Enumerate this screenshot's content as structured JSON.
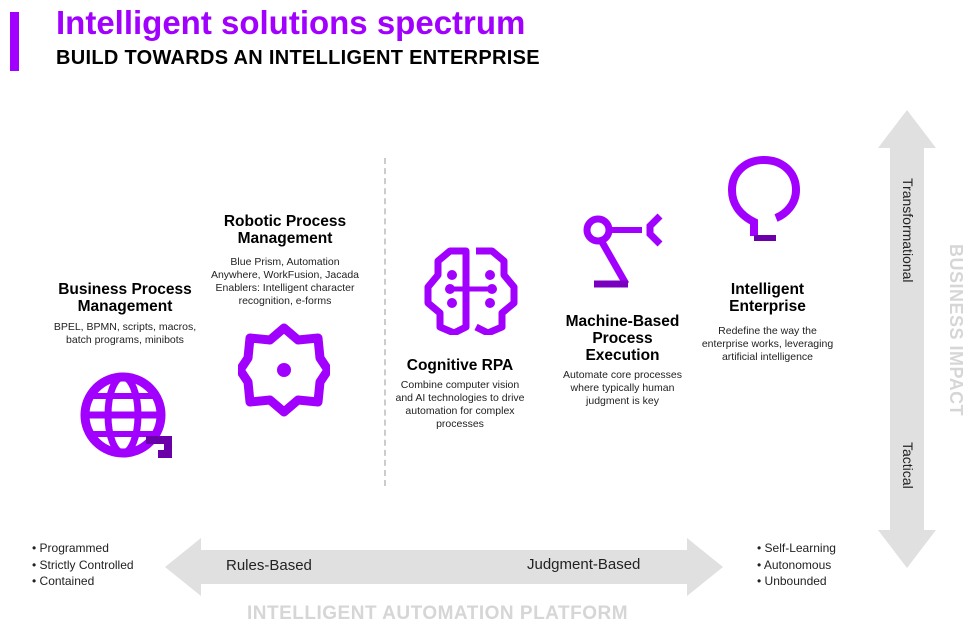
{
  "header": {
    "title": "Intelligent solutions spectrum",
    "subtitle": "BUILD TOWARDS AN INTELLIGENT ENTERPRISE"
  },
  "stages": [
    {
      "title_lines": [
        "Business Process",
        "Management"
      ],
      "desc_lines": [
        "BPEL, BPMN, scripts, macros,",
        "batch programs, minibots"
      ],
      "icon": "globe-icon"
    },
    {
      "title_lines": [
        "Robotic Process",
        "Management"
      ],
      "desc_lines": [
        "Blue Prism, Automation",
        "Anywhere, WorkFusion, Jacada",
        "Enablers: Intelligent character",
        "recognition, e-forms"
      ],
      "icon": "gear-icon"
    },
    {
      "title_lines": [
        "Cognitive RPA"
      ],
      "desc_lines": [
        "Combine computer vision",
        "and AI technologies to drive",
        "automation for complex",
        "processes"
      ],
      "icon": "brain-icon"
    },
    {
      "title_lines": [
        "Machine-Based",
        "Process",
        "Execution"
      ],
      "desc_lines": [
        "Automate core processes",
        "where typically human",
        "judgment is key"
      ],
      "icon": "robot-arm-icon"
    },
    {
      "title_lines": [
        "Intelligent",
        "Enterprise"
      ],
      "desc_lines": [
        "Redefine the way the",
        "enterprise works, leveraging",
        "artificial intelligence"
      ],
      "icon": "lightbulb-icon"
    }
  ],
  "left_bullets": [
    "• Programmed",
    "• Strictly Controlled",
    "• Contained"
  ],
  "right_bullets": [
    "• Self-Learning",
    "• Autonomous",
    "• Unbounded"
  ],
  "h_axis": {
    "left": "Rules-Based",
    "right": "Judgment-Based",
    "label": "INTELLIGENT AUTOMATION PLATFORM"
  },
  "v_axis": {
    "top": "Transformational",
    "bottom": "Tactical",
    "label": "BUSINESS IMPACT"
  },
  "colors": {
    "accent": "#a100ff",
    "arrow": "#e0e0e0"
  }
}
